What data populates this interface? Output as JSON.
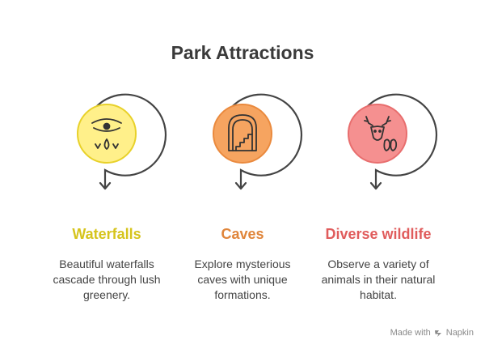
{
  "title": "Park Attractions",
  "items": [
    {
      "heading": "Waterfalls",
      "description": "Beautiful waterfalls cascade through lush greenery.",
      "icon": "waterfall-icon",
      "fill_color": "#fff08a",
      "ring_color": "#e8d12a",
      "heading_color": "#d6c41c"
    },
    {
      "heading": "Caves",
      "description": "Explore mysterious caves with unique formations.",
      "icon": "cave-icon",
      "fill_color": "#f6a460",
      "ring_color": "#ea8a3e",
      "heading_color": "#e0853a"
    },
    {
      "heading": "Diverse wildlife",
      "description": "Observe a variety of animals in their natural habitat.",
      "icon": "deer-icon",
      "fill_color": "#f59090",
      "ring_color": "#e86e6e",
      "heading_color": "#e05c5c"
    }
  ],
  "footer": {
    "made_with": "Made with",
    "brand": "Napkin"
  }
}
